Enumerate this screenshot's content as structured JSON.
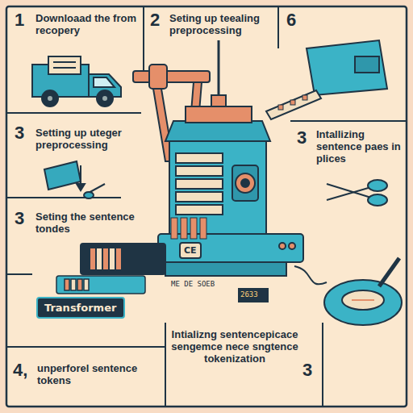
{
  "diagram": {
    "nodes": [
      {
        "text": [
          "Transformer"
        ]
      },
      {
        "text": [
          "CE"
        ]
      }
    ],
    "labels": [
      "1",
      "Downloaad the from recopery",
      "2",
      "Seting up teealing preprocessing",
      "6",
      "3",
      "Setting up uteger preprocessing",
      "3",
      "Intallizing sentence paes in plices",
      "3",
      "Seting the sentence tondes",
      "4,",
      "unperforel sentence tokens",
      "3",
      "Intializng sentencepicace sengemce nece sngtence tokenization",
      "2633",
      "ME DE SOEB"
    ]
  }
}
